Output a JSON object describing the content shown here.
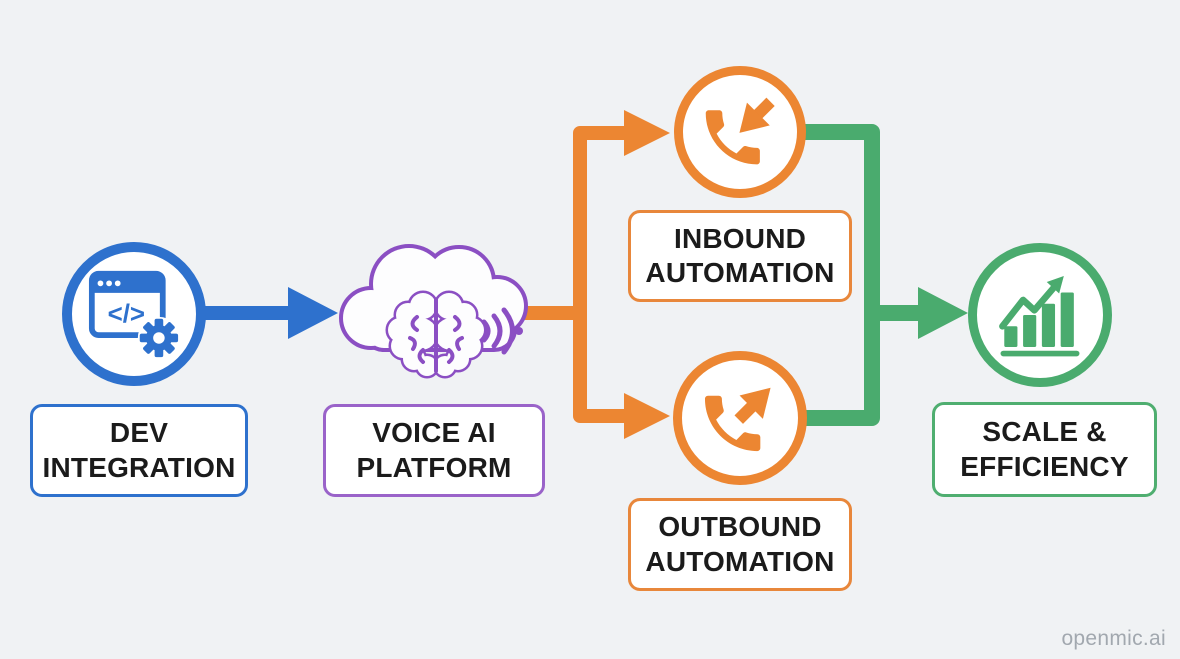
{
  "diagram": {
    "type": "flow-diagram",
    "nodes": {
      "dev": {
        "line1": "DEV",
        "line2": "INTEGRATION",
        "icon": "code-window-gear-icon",
        "color": "#2e71cd"
      },
      "voice": {
        "line1": "VOICE AI",
        "line2": "PLATFORM",
        "icon": "cloud-brain-voice-icon",
        "color": "#8b4fc3"
      },
      "inbound": {
        "line1": "INBOUND",
        "line2": "AUTOMATION",
        "icon": "phone-incoming-icon",
        "color": "#ec8632"
      },
      "outbound": {
        "line1": "OUTBOUND",
        "line2": "AUTOMATION",
        "icon": "phone-outgoing-icon",
        "color": "#ec8632"
      },
      "scale": {
        "line1": "SCALE &",
        "line2": "EFFICIENCY",
        "icon": "growth-chart-icon",
        "color": "#4aab6e"
      }
    },
    "edges": [
      {
        "from": "dev",
        "to": "voice",
        "color": "#2e71cd"
      },
      {
        "from": "voice",
        "to": "inbound",
        "color": "#ec8632"
      },
      {
        "from": "voice",
        "to": "outbound",
        "color": "#ec8632"
      },
      {
        "from": "inbound",
        "to": "scale",
        "color": "#4aab6e"
      },
      {
        "from": "outbound",
        "to": "scale",
        "color": "#4aab6e"
      }
    ]
  },
  "colors": {
    "background": "#f0f2f4",
    "box_background": "#ffffff",
    "text": "#1b1b1b",
    "watermark": "#a2a8af"
  },
  "watermark": "openmic.ai"
}
